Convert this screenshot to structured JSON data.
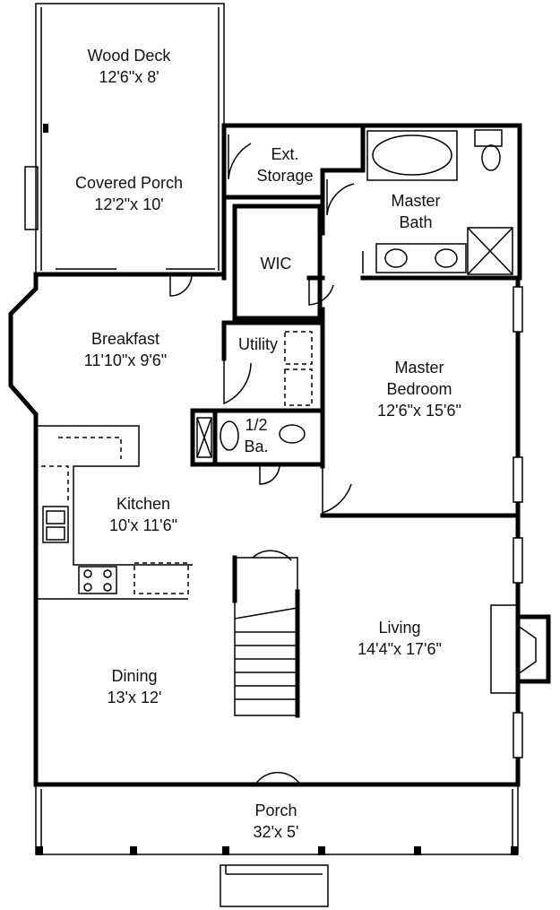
{
  "rooms": {
    "wood_deck": {
      "name": "Wood Deck",
      "size": "12'6\"x 8'"
    },
    "covered_porch": {
      "name": "Covered Porch",
      "size": "12'2\"x 10'"
    },
    "ext_storage": {
      "name_line1": "Ext.",
      "name_line2": "Storage"
    },
    "master_bath": {
      "name_line1": "Master",
      "name_line2": "Bath"
    },
    "wic": {
      "name": "WIC"
    },
    "breakfast": {
      "name": "Breakfast",
      "size": "11'10\"x 9'6\""
    },
    "utility": {
      "name": "Utility"
    },
    "master_bedroom": {
      "name_line1": "Master",
      "name_line2": "Bedroom",
      "size": "12'6\"x 15'6\""
    },
    "half_bath": {
      "name_line1": "1/2",
      "name_line2": "Ba."
    },
    "kitchen": {
      "name": "Kitchen",
      "size": "10'x 11'6\""
    },
    "living": {
      "name": "Living",
      "size": "14'4\"x 17'6\""
    },
    "dining": {
      "name": "Dining",
      "size": "13'x 12'"
    },
    "porch": {
      "name": "Porch",
      "size": "32'x 5'"
    }
  }
}
